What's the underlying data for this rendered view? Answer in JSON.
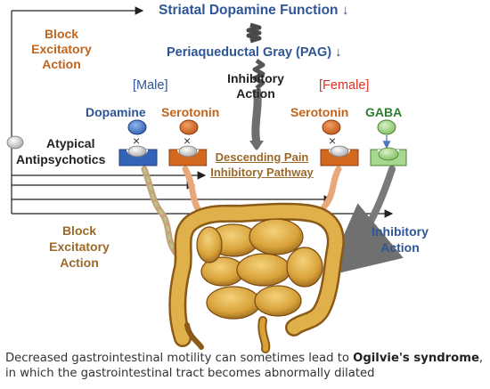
{
  "title": "Striatal Dopamine Function ↓",
  "pag": "Periaqueductal Gray (PAG) ↓",
  "block_top": [
    "Block",
    "Excitatory",
    "Action"
  ],
  "inhibitory_mid": [
    "Inhibitory",
    "Action"
  ],
  "male": "[Male]",
  "female": "[Female]",
  "receptors": {
    "dopamine": "Dopamine",
    "serotonin_male": "Serotonin",
    "serotonin_female": "Serotonin",
    "gaba": "GABA"
  },
  "x_mark": "×",
  "antipsychotics": [
    "Atypical",
    "Antipsychotics"
  ],
  "pathway": [
    "Descending Pain",
    "Inhibitory Pathway"
  ],
  "block_bottom": [
    "Block",
    "Excitatory",
    "Action"
  ],
  "inhibitory_right": [
    "Inhibitory",
    "Action"
  ],
  "caption": {
    "line1_before": "Decreased gastrointestinal motility can sometimes lead to ",
    "line1_bold": "Ogilvie's syndrome",
    "line1_after": ",",
    "line2": "in which the gastrointestinal tract becomes abnormally dilated"
  },
  "colors": {
    "blue": "#2e5596",
    "orange": "#c0641c",
    "red": "#e03020",
    "dark": "#222222",
    "green": "#7fbf5f",
    "brown": "#9b6a2a"
  },
  "icons": [
    "arrow-right-icon",
    "zigzag-arrow-icon",
    "down-arrow-icon",
    "receptor-icon",
    "intestine-illustration"
  ]
}
